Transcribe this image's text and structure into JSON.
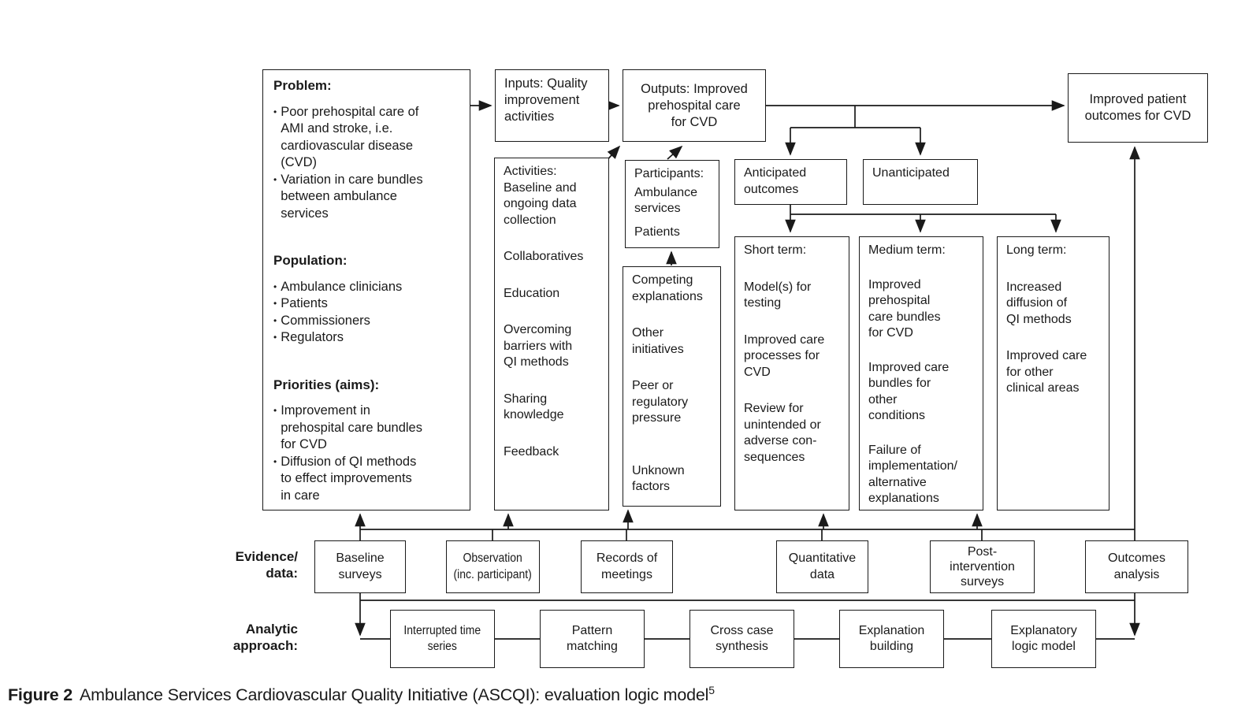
{
  "diagram": {
    "main": {
      "problem": {
        "sections": [
          {
            "heading": "Problem:",
            "bullets": [
              "Poor prehospital care of\nAMI and stroke, i.e.\ncardiovascular disease\n(CVD)",
              "Variation in care bundles\nbetween ambulance\nservices"
            ]
          },
          {
            "heading": "Population:",
            "bullets": [
              "Ambulance clinicians",
              "Patients",
              "Commissioners",
              "Regulators"
            ]
          },
          {
            "heading": "Priorities (aims):",
            "bullets": [
              "Improvement in\nprehospital care bundles\nfor CVD",
              "Diffusion of QI methods\nto effect improvements\nin care"
            ]
          }
        ]
      },
      "inputs": {
        "label": "Inputs: Quality\nimprovement\nactivities"
      },
      "outputs": {
        "label": "Outputs: Improved\nprehospital care\nfor CVD"
      },
      "improved_patient_outcomes": {
        "label": "Improved patient\noutcomes for CVD"
      },
      "activities": {
        "title": "Activities:",
        "items": [
          "Baseline and\nongoing data\ncollection",
          "Collaboratives",
          "Education",
          "Overcoming\nbarriers with\nQI methods",
          "Sharing\nknowledge",
          "Feedback"
        ]
      },
      "participants": {
        "title": "Participants:",
        "items": [
          "Ambulance\nservices",
          "Patients"
        ]
      },
      "anticipated": {
        "label": "Anticipated\noutcomes"
      },
      "unanticipated": {
        "label": "Unanticipated"
      },
      "competing": {
        "items": [
          "Competing\nexplanations",
          "Other\ninitiatives",
          "Peer or\nregulatory\npressure",
          "Unknown\nfactors"
        ]
      },
      "short_term": {
        "title": "Short term:",
        "items": [
          "Model(s) for\ntesting",
          "Improved care\nprocesses for\nCVD",
          "Review for\nunintended or\nadverse con-\nsequences"
        ]
      },
      "medium_term": {
        "title": "Medium term:",
        "items": [
          "Improved\nprehospital\ncare bundles\nfor CVD",
          "Improved care\nbundles for\nother\nconditions",
          "Failure of\nimplementation/\nalternative\nexplanations"
        ]
      },
      "long_term": {
        "title": "Long term:",
        "items": [
          "Increased\ndiffusion of\nQI methods",
          "Improved care\nfor other\nclinical areas"
        ]
      }
    },
    "evidence_row": {
      "label": "Evidence/\ndata:",
      "boxes": [
        {
          "label": "Baseline\nsurveys"
        },
        {
          "label": "Observation\n(inc. participant)"
        },
        {
          "label": "Records of\nmeetings"
        },
        {
          "label": "Quantitative\ndata"
        },
        {
          "label": "Post-\nintervention\nsurveys"
        },
        {
          "label": "Outcomes\nanalysis"
        }
      ]
    },
    "analytic_row": {
      "label": "Analytic\napproach:",
      "boxes": [
        {
          "label": "Interrupted time\nseries"
        },
        {
          "label": "Pattern\nmatching"
        },
        {
          "label": "Cross case\nsynthesis"
        },
        {
          "label": "Explanation\nbuilding"
        },
        {
          "label": "Explanatory\nlogic model"
        }
      ]
    },
    "caption": {
      "label": "Figure 2",
      "text": "Ambulance Services Cardiovascular Quality Initiative (ASCQI): evaluation logic model",
      "superscript": "5"
    },
    "colors": {
      "line": "#1a1a1a",
      "text": "#1a1a1a",
      "background": "#ffffff"
    }
  }
}
